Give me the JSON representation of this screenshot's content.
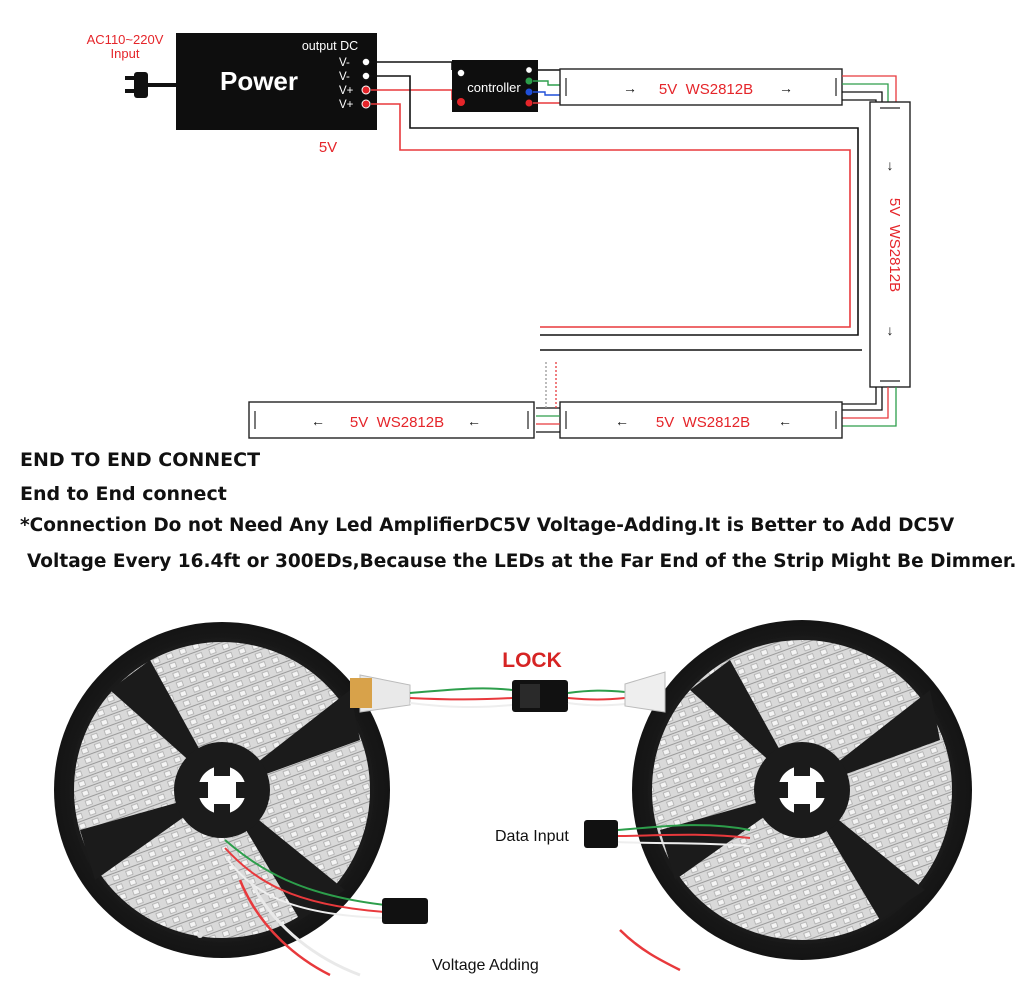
{
  "power": {
    "input_label_line1": "AC110~220V",
    "input_label_line2": "Input",
    "title": "Power",
    "output_label": "output DC",
    "terminals": [
      "V-",
      "V-",
      "V+",
      "V+"
    ],
    "voltage": "5V"
  },
  "controller": {
    "label": "controller"
  },
  "strips": [
    {
      "label": "5V  WS2812B",
      "arrow": "→"
    },
    {
      "label": "5V  WS2812B",
      "arrow": "↓"
    },
    {
      "label": "5V  WS2812B",
      "arrow": "←"
    },
    {
      "label": "5V  WS2812B",
      "arrow": "←"
    }
  ],
  "text": {
    "heading_upper": "END TO END CONNECT",
    "heading": "End to End connect",
    "note_line1": "*Connection Do not Need Any Led AmplifierDC5V Voltage-Adding.It is Better to Add DC5V",
    "note_line2": "Voltage Every 16.4ft or 300EDs,Because the LEDs  at the Far End of the Strip Might Be Dimmer."
  },
  "photo": {
    "lock_label": "LOCK",
    "data_input_label": "Data Input",
    "voltage_adding_label": "Voltage Adding"
  },
  "colors": {
    "power_red": "#e5252a",
    "wire_black": "#111111",
    "wire_red": "#e8393c",
    "wire_green": "#2d9e4b",
    "terminal_blue": "#1f4fd8",
    "strip_text_red": "#e5252a",
    "lock_red": "#d62424"
  }
}
